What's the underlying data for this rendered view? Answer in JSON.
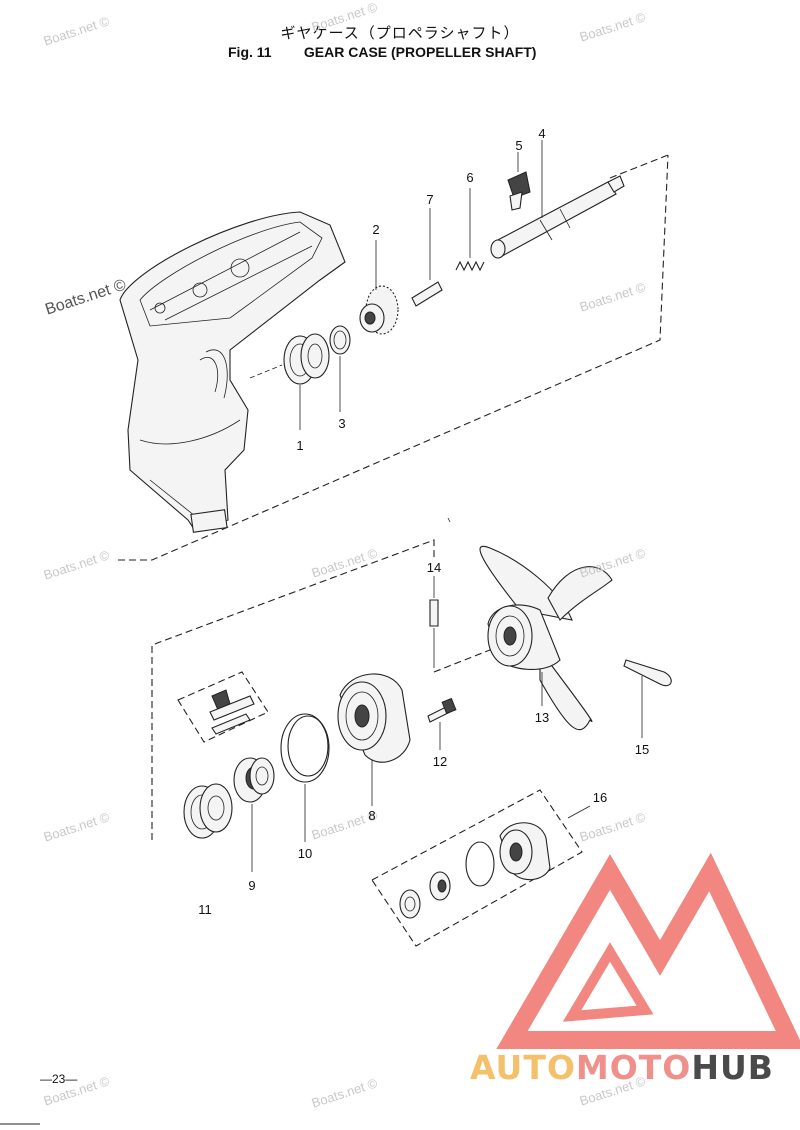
{
  "header": {
    "title_jp": "ギヤケース（プロペラシャフト）",
    "fig_label": "Fig. 11",
    "title_en": "GEAR CASE (PROPELLER SHAFT)"
  },
  "watermark_text": "Boats.net ©",
  "callouts": [
    "1",
    "2",
    "3",
    "4",
    "5",
    "6",
    "7",
    "8",
    "9",
    "10",
    "11",
    "12",
    "13",
    "14",
    "15",
    "16"
  ],
  "page_number": "—23—",
  "brand": {
    "part1": "AUTO",
    "part2": "MOTO",
    "part3": "HUB",
    "colors": {
      "auto": "#f4c06a",
      "moto": "#f0908a",
      "hub": "#4a4a4a",
      "logo": "#f07a72"
    }
  }
}
